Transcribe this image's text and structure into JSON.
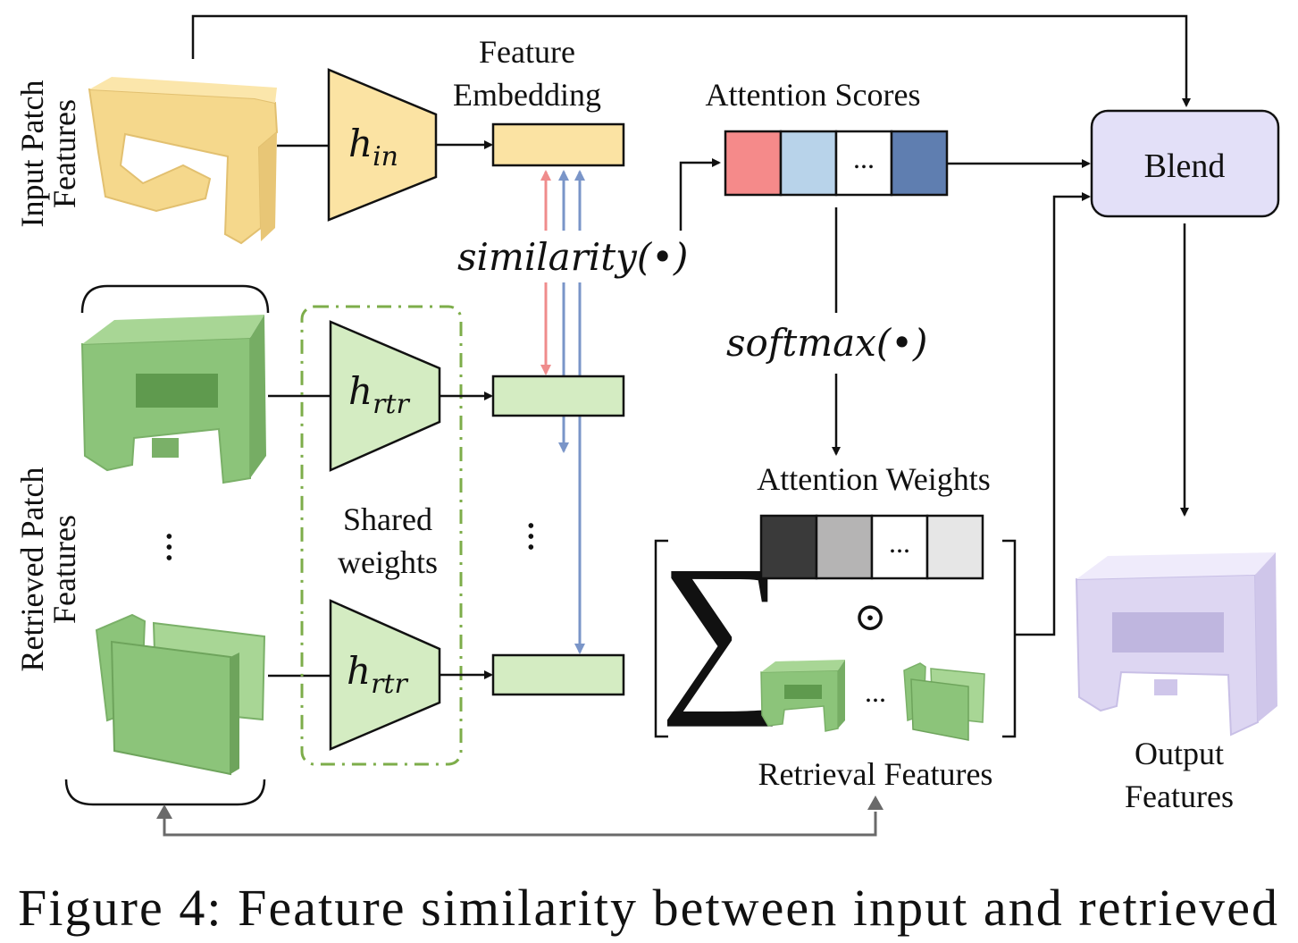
{
  "labels": {
    "input_patch": [
      "Input Patch",
      "Features"
    ],
    "retrieved_patch": [
      "Retrieved Patch",
      "Features"
    ],
    "feature_embedding": [
      "Feature",
      "Embedding"
    ],
    "attention_scores": "Attention Scores",
    "attention_weights": "Attention Weights",
    "blend": "Blend",
    "output": [
      "Output",
      "Features"
    ],
    "retrieval_features": "Retrieval Features",
    "shared_weights": [
      "Shared",
      "weights"
    ],
    "similarity": "similarity(•)",
    "softmax": "softmax(•)",
    "odot": "⊙",
    "ellipsis": "...",
    "sum": "∑"
  },
  "encoders": {
    "input": {
      "base": "h",
      "sub": "in"
    },
    "retrieved": {
      "base": "h",
      "sub": "rtr"
    }
  },
  "caption": "Figure 4:  Feature similarity between input and retrieved",
  "colors": {
    "input_yellow": "#fbe3a3",
    "retrieved_green": "#d4ecc2",
    "mesh_green": "#8cc47a",
    "mesh_yellow": "#f5d88c",
    "mesh_purple": "#ddd6f2",
    "blend_fill": "#e3e0f8",
    "score_red": "#f58a8a",
    "score_lightblue": "#b8d3ea",
    "score_darkblue": "#5f7eb0",
    "weight_dark": "#3a3a3a",
    "weight_mid": "#b5b4b4",
    "weight_light": "#e6e6e6",
    "arrow_red": "#ef8c8c",
    "arrow_blue": "#7a95c8",
    "dash_green": "#7dad4a",
    "feedback_gray": "#6a6a6a"
  }
}
